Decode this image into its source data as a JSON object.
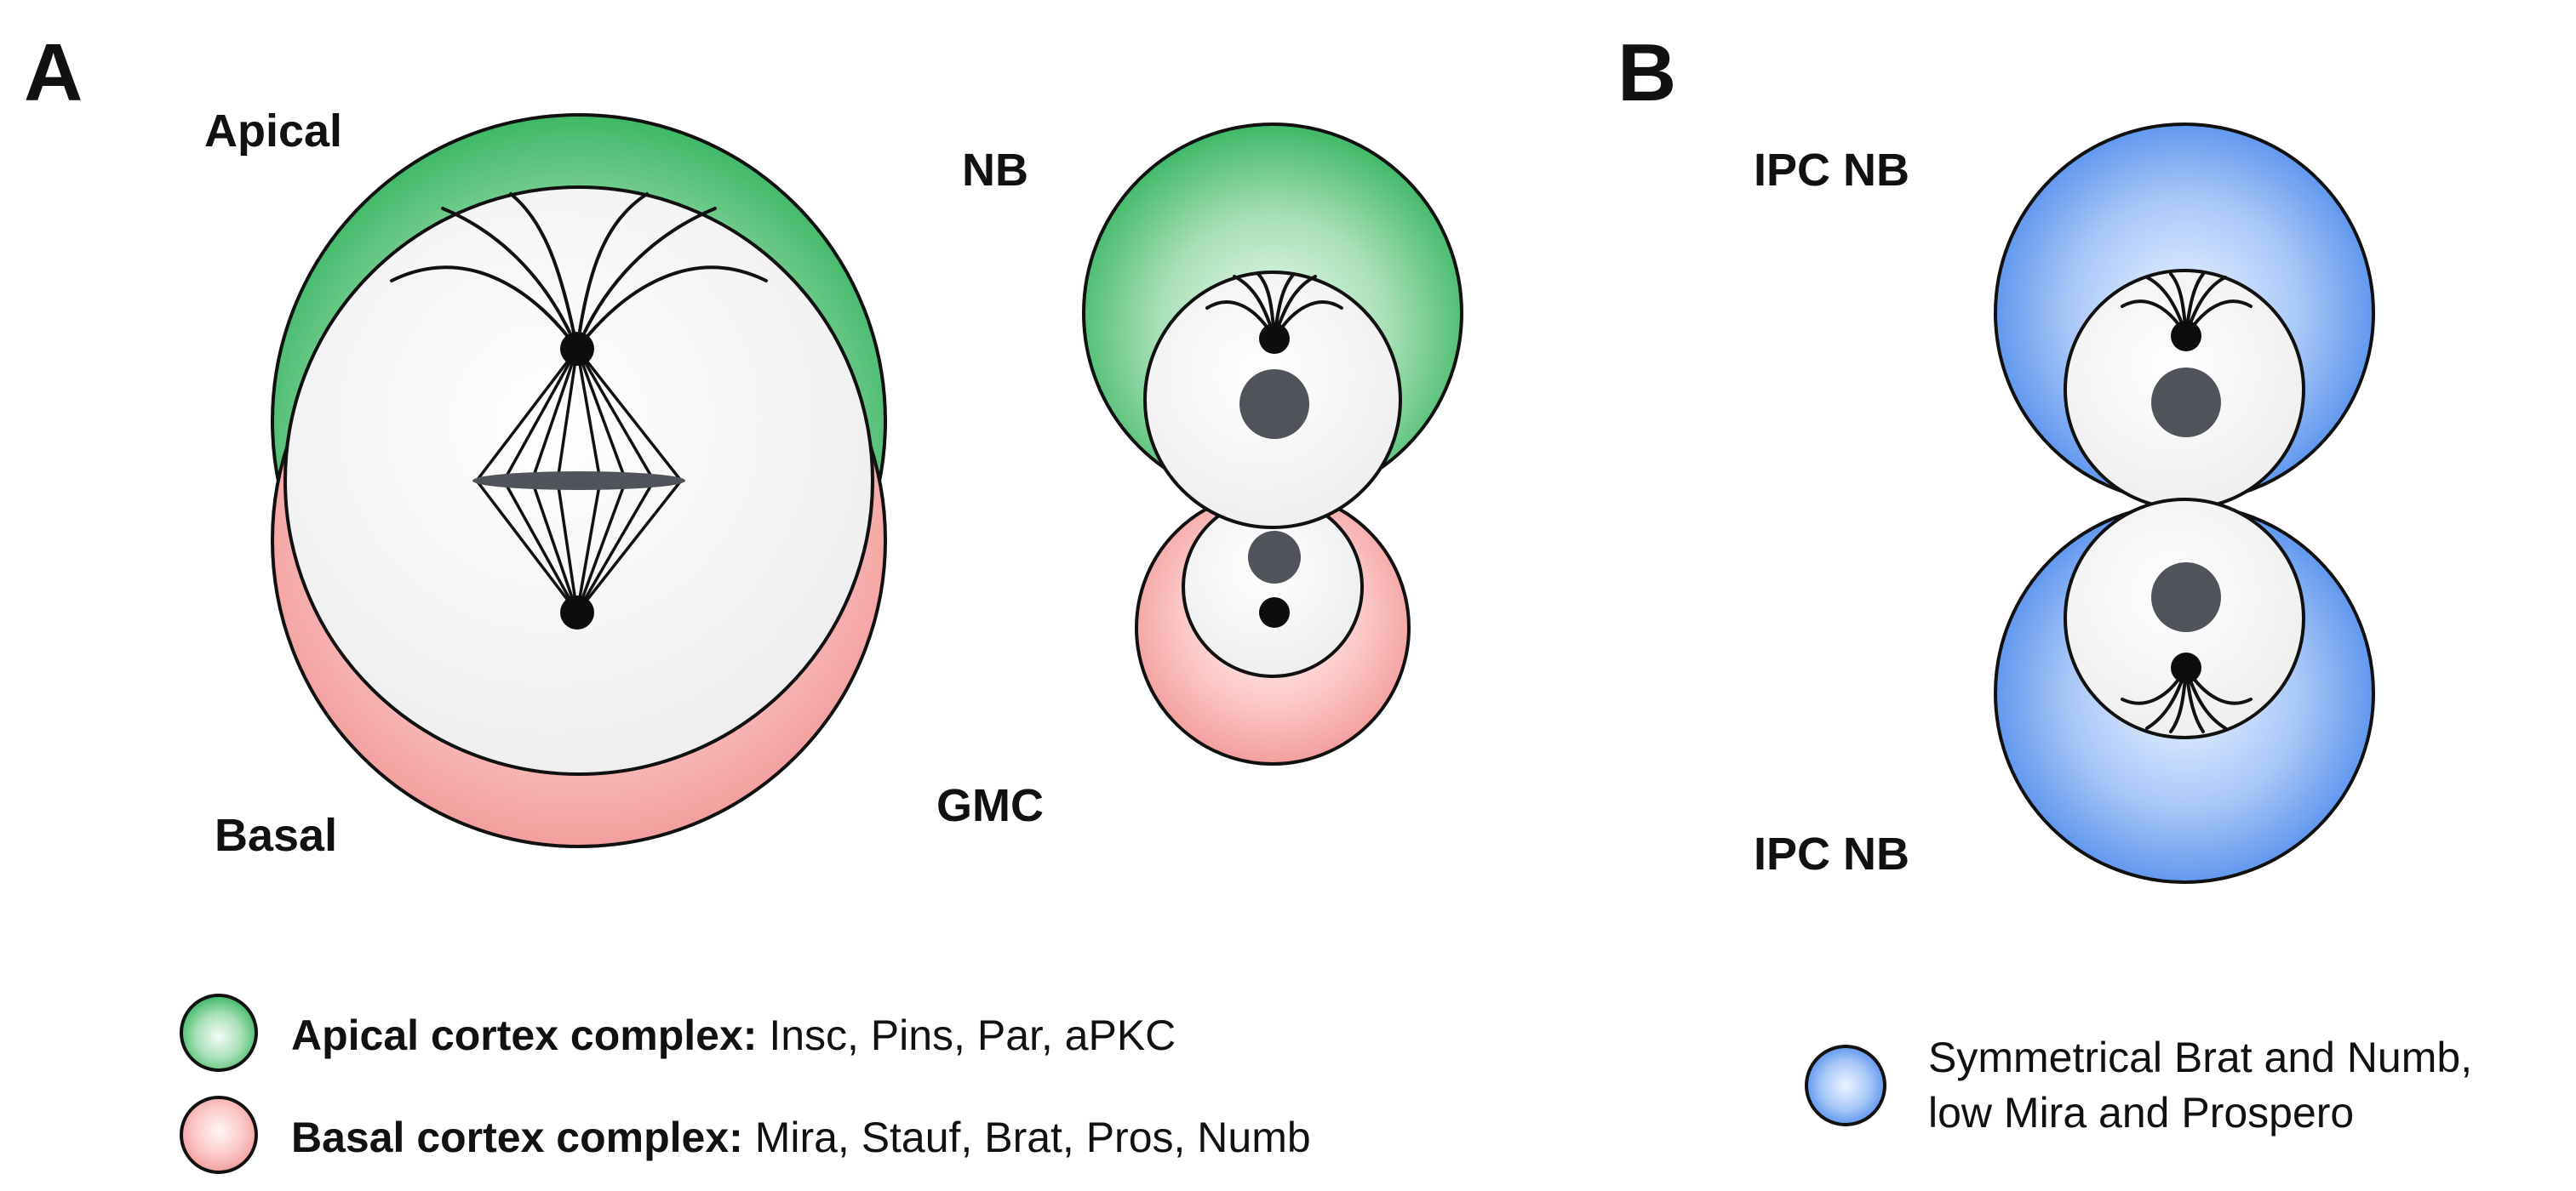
{
  "panel_a": {
    "letter": "A",
    "apical_label": "Apical",
    "basal_label": "Basal",
    "nb_label": "NB",
    "gmc_label": "GMC"
  },
  "panel_b": {
    "letter": "B",
    "top_label": "IPC NB",
    "bottom_label": "IPC NB"
  },
  "legend": {
    "apical": {
      "term": "Apical cortex complex:",
      "proteins": " Insc, Pins, Par, aPKC"
    },
    "basal": {
      "term": "Basal cortex complex:",
      "proteins": " Mira, Stauf, Brat, Pros, Numb"
    },
    "symmetric": {
      "line1": "Symmetrical Brat and Numb,",
      "line2": "low Mira and Prospero"
    }
  },
  "colors": {
    "apical_green": "#4fbf72",
    "basal_pink": "#f4a8a8",
    "symmetric_blue": "#5b95ee",
    "nucleus_gray": "#50545a"
  }
}
